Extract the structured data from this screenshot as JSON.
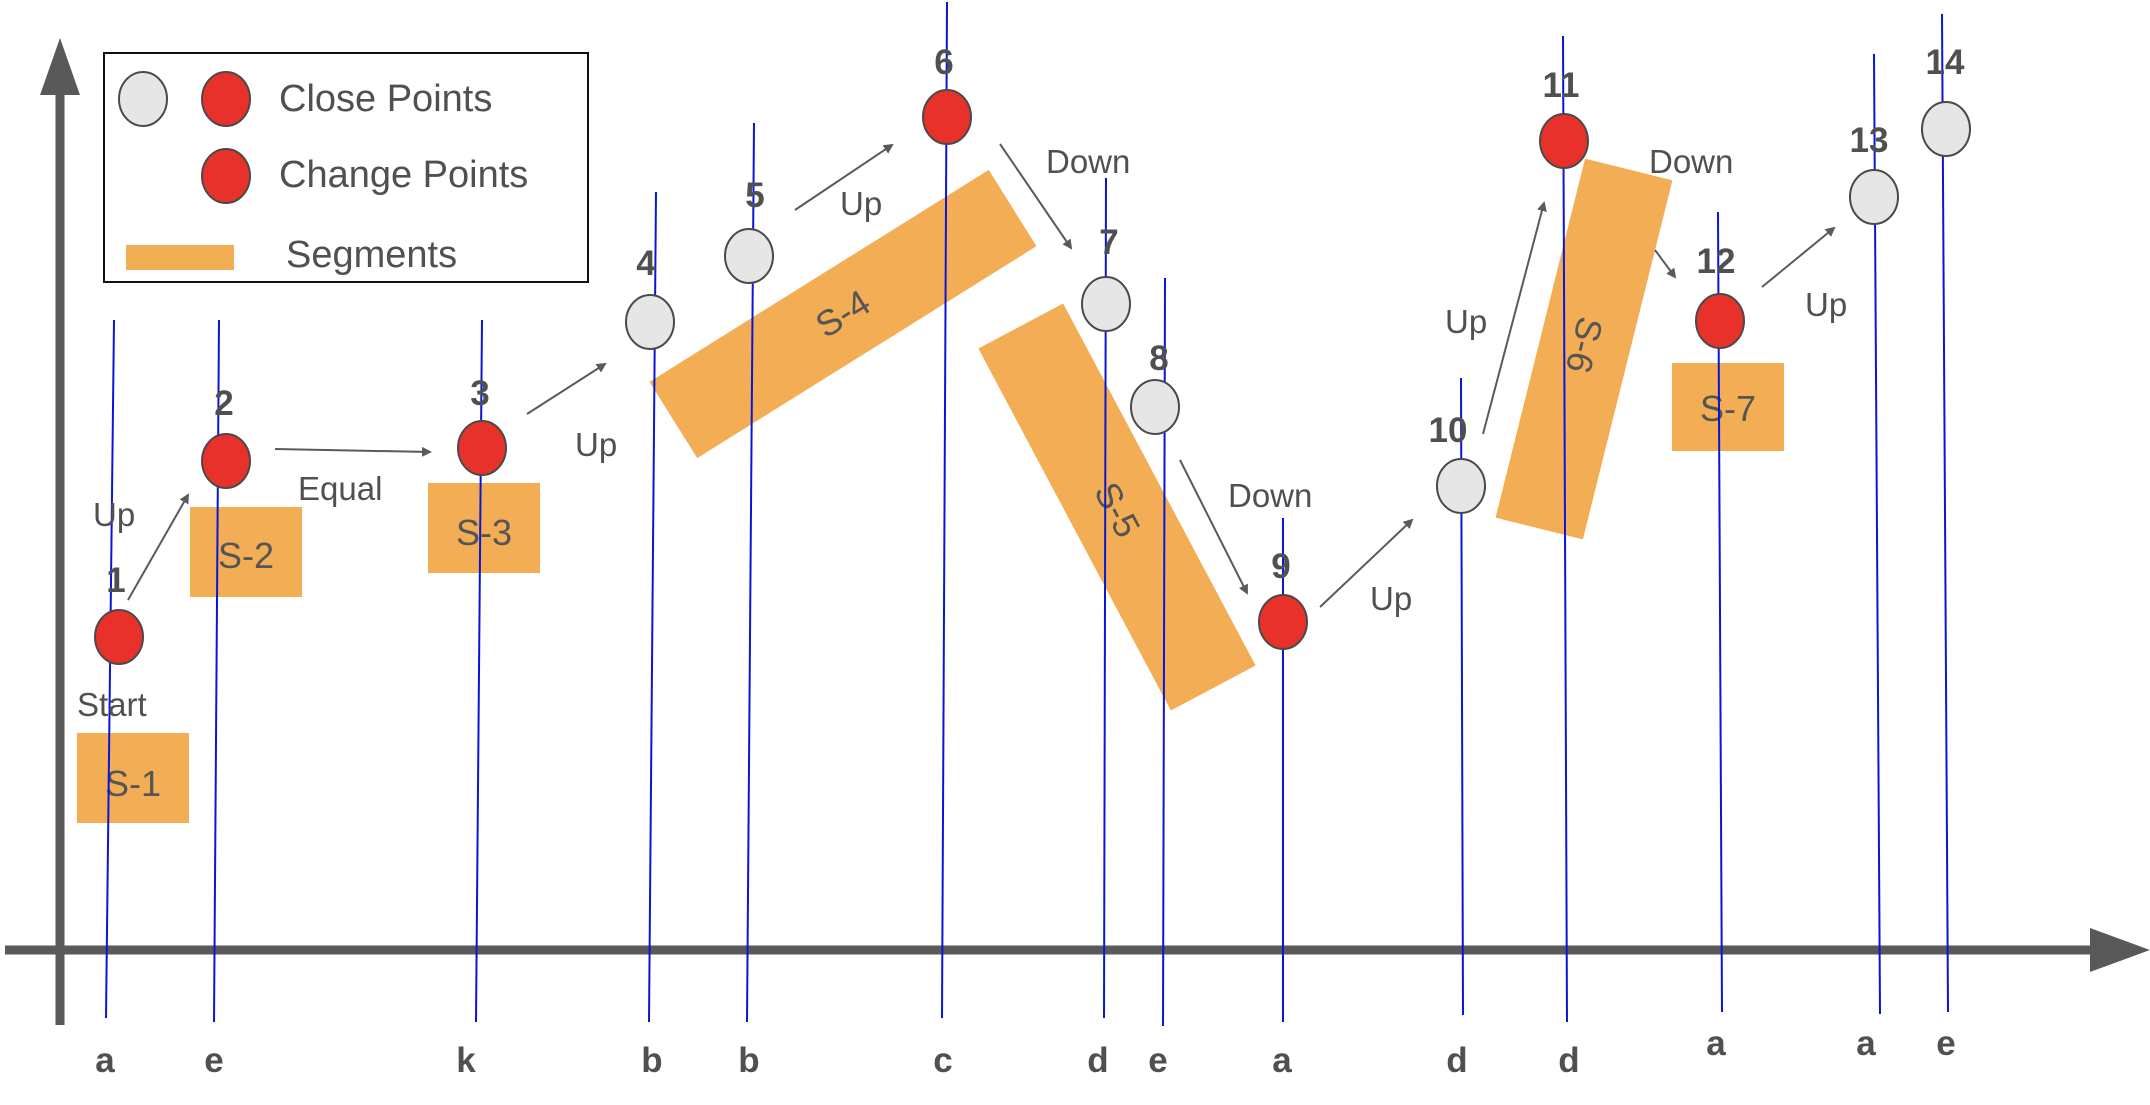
{
  "legend": {
    "close_points": "Close Points",
    "change_points": "Change Points",
    "segments": "Segments"
  },
  "colors": {
    "close_point": "#e6e6e6",
    "change_point": "#e8312a",
    "segment": "#f2ad55",
    "vline": "#0a16d6",
    "axis": "#595959",
    "arrow": "#5a5a5a"
  },
  "points": [
    {
      "label": "1",
      "type": "change"
    },
    {
      "label": "2",
      "type": "change"
    },
    {
      "label": "3",
      "type": "change"
    },
    {
      "label": "4",
      "type": "close"
    },
    {
      "label": "5",
      "type": "close"
    },
    {
      "label": "6",
      "type": "change"
    },
    {
      "label": "7",
      "type": "close"
    },
    {
      "label": "8",
      "type": "close"
    },
    {
      "label": "9",
      "type": "change"
    },
    {
      "label": "10",
      "type": "close"
    },
    {
      "label": "11",
      "type": "change"
    },
    {
      "label": "12",
      "type": "change"
    },
    {
      "label": "13",
      "type": "close"
    },
    {
      "label": "14",
      "type": "close"
    }
  ],
  "segments": [
    "S-1",
    "S-2",
    "S-3",
    "S-4",
    "S-5",
    "S-6",
    "S-7"
  ],
  "directions": {
    "start": "Start",
    "d1": "Up",
    "d2": "Equal",
    "d3": "Up",
    "d4": "Up",
    "d5": "Down",
    "d6": "Down",
    "d7": "Up",
    "d8": "Up",
    "d9": "Down",
    "d10": "Up"
  },
  "axis_letters": [
    "a",
    "e",
    "k",
    "b",
    "b",
    "c",
    "d",
    "e",
    "a",
    "d",
    "d",
    "a",
    "a",
    "e"
  ]
}
